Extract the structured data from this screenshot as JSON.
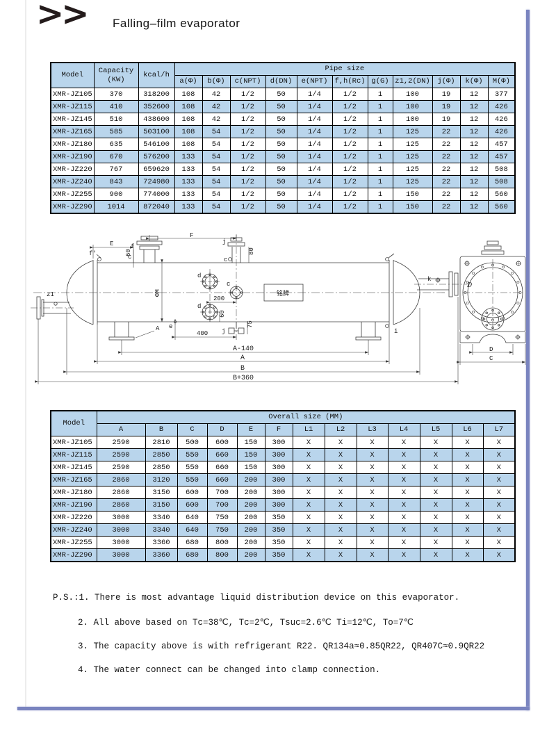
{
  "page": {
    "logo": ">>",
    "title": "Falling–film evaporator"
  },
  "colors": {
    "table_fill": "#b9d5ec",
    "border_accent": "#7a84bf",
    "table_border": "#000000"
  },
  "pipe_table": {
    "header": {
      "model": "Model",
      "capacity": "Capacity\n(KW)",
      "kcal": "kcal/h",
      "group": "Pipe size",
      "cols": [
        "a(Φ)",
        "b(Φ)",
        "c(NPT)",
        "d(DN)",
        "e(NPT)",
        "f,h(Rc)",
        "g(G)",
        "z1,2(DN)",
        "j(Φ)",
        "k(Φ)",
        "M(Φ)"
      ]
    },
    "rows": [
      [
        "XMR-JZ105",
        "370",
        "318200",
        "108",
        "42",
        "1/2",
        "50",
        "1/4",
        "1/2",
        "1",
        "100",
        "19",
        "12",
        "377"
      ],
      [
        "XMR-JZ115",
        "410",
        "352600",
        "108",
        "42",
        "1/2",
        "50",
        "1/4",
        "1/2",
        "1",
        "100",
        "19",
        "12",
        "426"
      ],
      [
        "XMR-JZ145",
        "510",
        "438600",
        "108",
        "42",
        "1/2",
        "50",
        "1/4",
        "1/2",
        "1",
        "100",
        "19",
        "12",
        "426"
      ],
      [
        "XMR-JZ165",
        "585",
        "503100",
        "108",
        "54",
        "1/2",
        "50",
        "1/4",
        "1/2",
        "1",
        "125",
        "22",
        "12",
        "426"
      ],
      [
        "XMR-JZ180",
        "635",
        "546100",
        "108",
        "54",
        "1/2",
        "50",
        "1/4",
        "1/2",
        "1",
        "125",
        "22",
        "12",
        "457"
      ],
      [
        "XMR-JZ190",
        "670",
        "576200",
        "133",
        "54",
        "1/2",
        "50",
        "1/4",
        "1/2",
        "1",
        "125",
        "22",
        "12",
        "457"
      ],
      [
        "XMR-JZ220",
        "767",
        "659620",
        "133",
        "54",
        "1/2",
        "50",
        "1/4",
        "1/2",
        "1",
        "125",
        "22",
        "12",
        "508"
      ],
      [
        "XMR-JZ240",
        "843",
        "724980",
        "133",
        "54",
        "1/2",
        "50",
        "1/4",
        "1/2",
        "1",
        "125",
        "22",
        "12",
        "508"
      ],
      [
        "XMR-JZ255",
        "900",
        "774000",
        "133",
        "54",
        "1/2",
        "50",
        "1/4",
        "1/2",
        "1",
        "150",
        "22",
        "12",
        "560"
      ],
      [
        "XMR-JZ290",
        "1014",
        "872040",
        "133",
        "54",
        "1/2",
        "50",
        "1/4",
        "1/2",
        "1",
        "150",
        "22",
        "12",
        "560"
      ]
    ]
  },
  "overall_table": {
    "header": {
      "model": "Model",
      "group": "Overall size (MM)",
      "cols": [
        "A",
        "B",
        "C",
        "D",
        "E",
        "F",
        "L1",
        "L2",
        "L3",
        "L4",
        "L5",
        "L6",
        "L7"
      ]
    },
    "rows": [
      [
        "XMR-JZ105",
        "2590",
        "2810",
        "500",
        "600",
        "150",
        "300",
        "X",
        "X",
        "X",
        "X",
        "X",
        "X",
        "X"
      ],
      [
        "XMR-JZ115",
        "2590",
        "2850",
        "550",
        "660",
        "150",
        "300",
        "X",
        "X",
        "X",
        "X",
        "X",
        "X",
        "X"
      ],
      [
        "XMR-JZ145",
        "2590",
        "2850",
        "550",
        "660",
        "150",
        "300",
        "X",
        "X",
        "X",
        "X",
        "X",
        "X",
        "X"
      ],
      [
        "XMR-JZ165",
        "2860",
        "3120",
        "550",
        "660",
        "200",
        "300",
        "X",
        "X",
        "X",
        "X",
        "X",
        "X",
        "X"
      ],
      [
        "XMR-JZ180",
        "2860",
        "3150",
        "600",
        "700",
        "200",
        "300",
        "X",
        "X",
        "X",
        "X",
        "X",
        "X",
        "X"
      ],
      [
        "XMR-JZ190",
        "2860",
        "3150",
        "600",
        "700",
        "200",
        "300",
        "X",
        "X",
        "X",
        "X",
        "X",
        "X",
        "X"
      ],
      [
        "XMR-JZ220",
        "3000",
        "3340",
        "640",
        "750",
        "200",
        "350",
        "X",
        "X",
        "X",
        "X",
        "X",
        "X",
        "X"
      ],
      [
        "XMR-JZ240",
        "3000",
        "3340",
        "640",
        "750",
        "200",
        "350",
        "X",
        "X",
        "X",
        "X",
        "X",
        "X",
        "X"
      ],
      [
        "XMR-JZ255",
        "3000",
        "3360",
        "680",
        "800",
        "200",
        "350",
        "X",
        "X",
        "X",
        "X",
        "X",
        "X",
        "X"
      ],
      [
        "XMR-JZ290",
        "3000",
        "3360",
        "680",
        "800",
        "200",
        "350",
        "X",
        "X",
        "X",
        "X",
        "X",
        "X",
        "X"
      ]
    ]
  },
  "drawing": {
    "nameplate": "铭牌",
    "dims": {
      "E": "E",
      "F": "F",
      "n60": "60",
      "n80": "80",
      "phiM": "ΦM",
      "n200": "200",
      "n75": "75",
      "n400": "400",
      "A140": "A-140",
      "A": "A",
      "B": "B",
      "B360": "B+360",
      "C": "C",
      "D": "D"
    },
    "letters": {
      "f_head": "f'",
      "f": "f",
      "c": "c",
      "d": "d",
      "e": "e",
      "j": "j",
      "k": "k",
      "i": "i",
      "z": "z1",
      "D_label": "D",
      "A_mark": "A"
    }
  },
  "notes": {
    "lines": [
      "P.S.:1. There is most advantage liquid distribution device on this evaporator.",
      "2. All above based on Tc=38℃, Tc=2℃, Tsuc=2.6℃ Ti=12℃, To=7℃",
      "3. The capacity above is with refrigerant R22. QR134a≈0.85QR22, QR407C≈0.9QR22",
      "4. The water connect can be changed into clamp connection."
    ]
  }
}
